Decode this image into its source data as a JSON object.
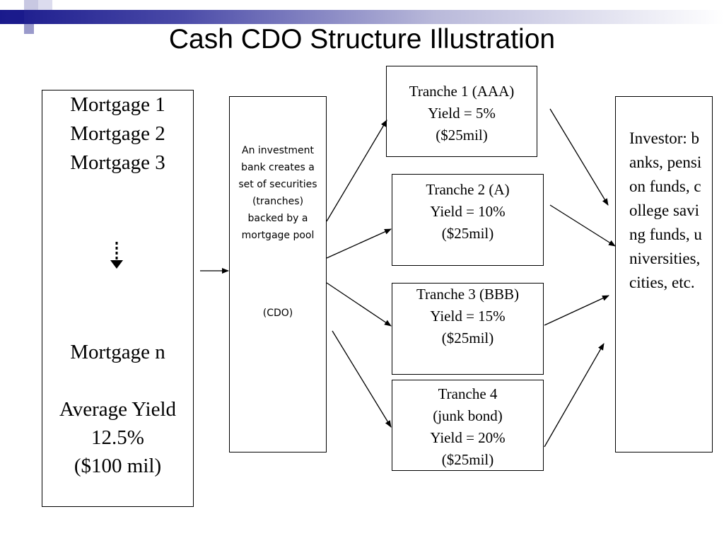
{
  "title": "Cash CDO Structure Illustration",
  "pool": {
    "mortgages": [
      "Mortgage 1",
      "Mortgage 2",
      "Mortgage 3"
    ],
    "last_mortgage": "Mortgage n",
    "average_yield_label": "Average Yield",
    "average_yield": "12.5%",
    "total": "($100 mil)"
  },
  "bank": {
    "description": "An investment bank creates a set of securities (tranches) backed by a mortgage pool",
    "label": "(CDO)"
  },
  "tranches": [
    {
      "lines": [
        "Tranche 1 (AAA)",
        "Yield = 5%",
        "($25mil)"
      ]
    },
    {
      "lines": [
        "Tranche 2 (A)",
        "Yield = 10%",
        "($25mil)"
      ]
    },
    {
      "lines": [
        "Tranche 3 (BBB)",
        "Yield = 15%",
        "($25mil)"
      ]
    },
    {
      "lines": [
        "Tranche 4",
        "(junk bond)",
        "Yield = 20%",
        "($25mil)"
      ]
    }
  ],
  "investor": {
    "text": "Investor: banks, pension funds, college saving funds, universities, cities, etc."
  },
  "colors": {
    "header_dark": "#1a1a8c",
    "header_light": "#b9b9da",
    "line": "#000000"
  }
}
